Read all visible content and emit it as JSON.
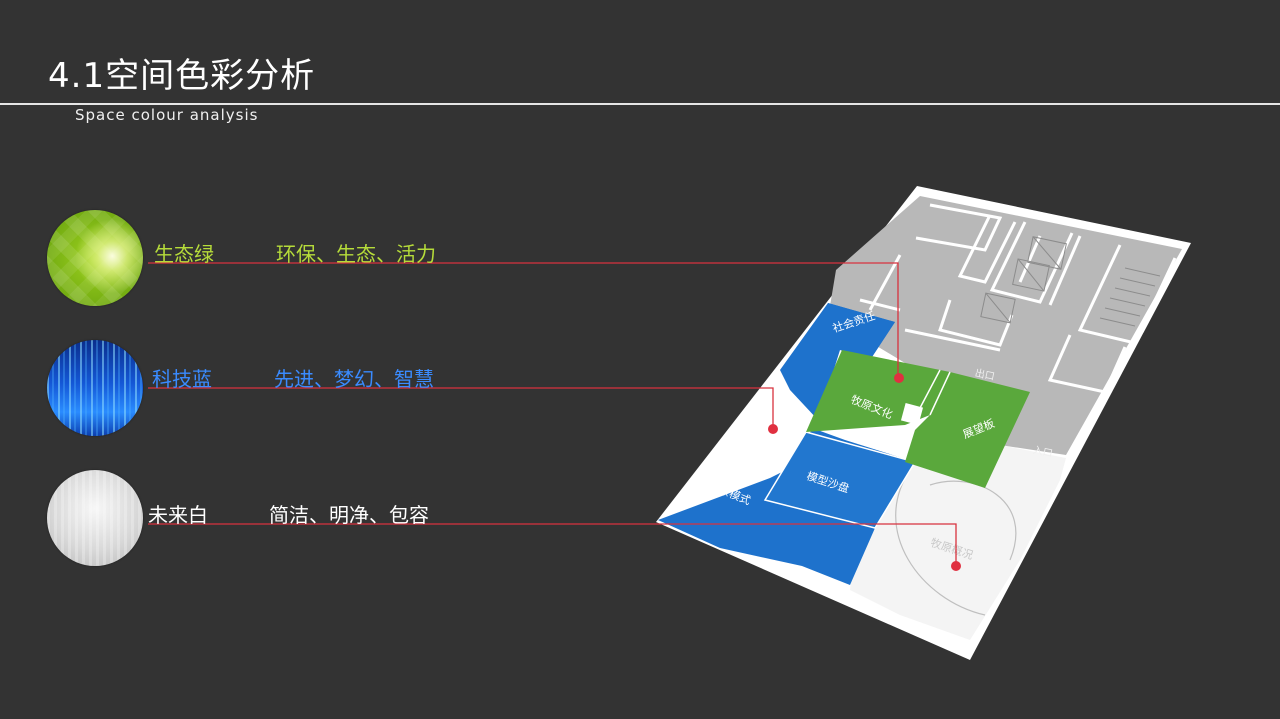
{
  "header": {
    "title": "4.1空间色彩分析",
    "subtitle": "Space colour analysis"
  },
  "palette": [
    {
      "name": "生态绿",
      "keywords": "环保、生态、活力",
      "color": "#b6dc3a",
      "icon": "green-orb"
    },
    {
      "name": "科技蓝",
      "keywords": "先进、梦幻、智慧",
      "color": "#3a8bff",
      "icon": "blue-orb"
    },
    {
      "name": "未来白",
      "keywords": "简洁、明净、包容",
      "color": "#ffffff",
      "icon": "white-orb"
    }
  ],
  "floor_plan": {
    "zones": {
      "social": "社会责任",
      "culture": "牧原文化",
      "exhibit_board": "展望板",
      "sand_table": "模型沙盘",
      "model": "牧原模式",
      "overview": "牧原概况"
    },
    "exit": "出口",
    "entrance": "入口",
    "colors": {
      "green": "#5aa83c",
      "blue": "#1e72cc",
      "white": "#f4f4f4",
      "grey": "#b6b6b6"
    }
  },
  "leader_color": "#e03040"
}
